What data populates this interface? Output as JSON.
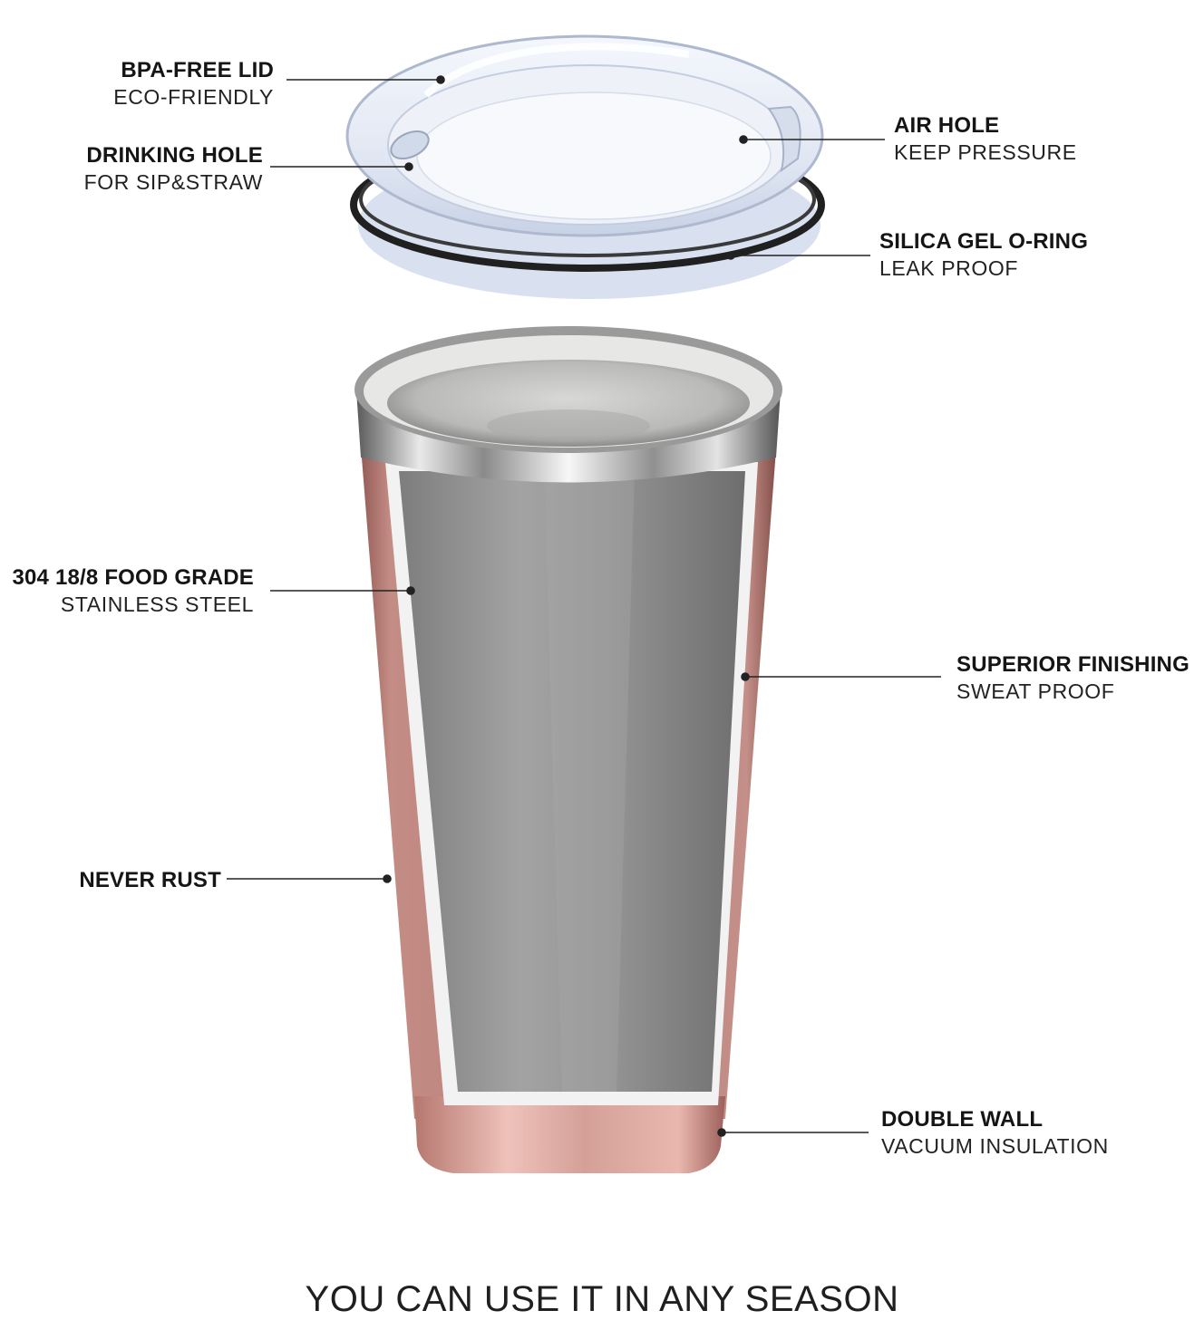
{
  "callouts": {
    "bpa_lid": {
      "title": "BPA-FREE LID",
      "subtitle": "ECO-FRIENDLY"
    },
    "drinking_hole": {
      "title": "DRINKING HOLE",
      "subtitle": "FOR SIP&STRAW"
    },
    "air_hole": {
      "title": "AIR HOLE",
      "subtitle": "KEEP PRESSURE"
    },
    "o_ring": {
      "title": "SILICA GEL O-RING",
      "subtitle": "LEAK PROOF"
    },
    "food_grade": {
      "title": "304 18/8 FOOD GRADE",
      "subtitle": "STAINLESS STEEL"
    },
    "finishing": {
      "title": "SUPERIOR FINISHING",
      "subtitle": "SWEAT PROOF"
    },
    "never_rust": {
      "title": "NEVER RUST"
    },
    "double_wall": {
      "title": "DOUBLE WALL",
      "subtitle": "VACUUM INSULATION"
    }
  },
  "footer": {
    "tagline": "YOU CAN USE IT IN ANY SEASON"
  },
  "colors": {
    "body": "#c08a82",
    "steel": "#8f8f8f",
    "lid": "#e6ecf5",
    "ring": "#2a2a2a"
  }
}
